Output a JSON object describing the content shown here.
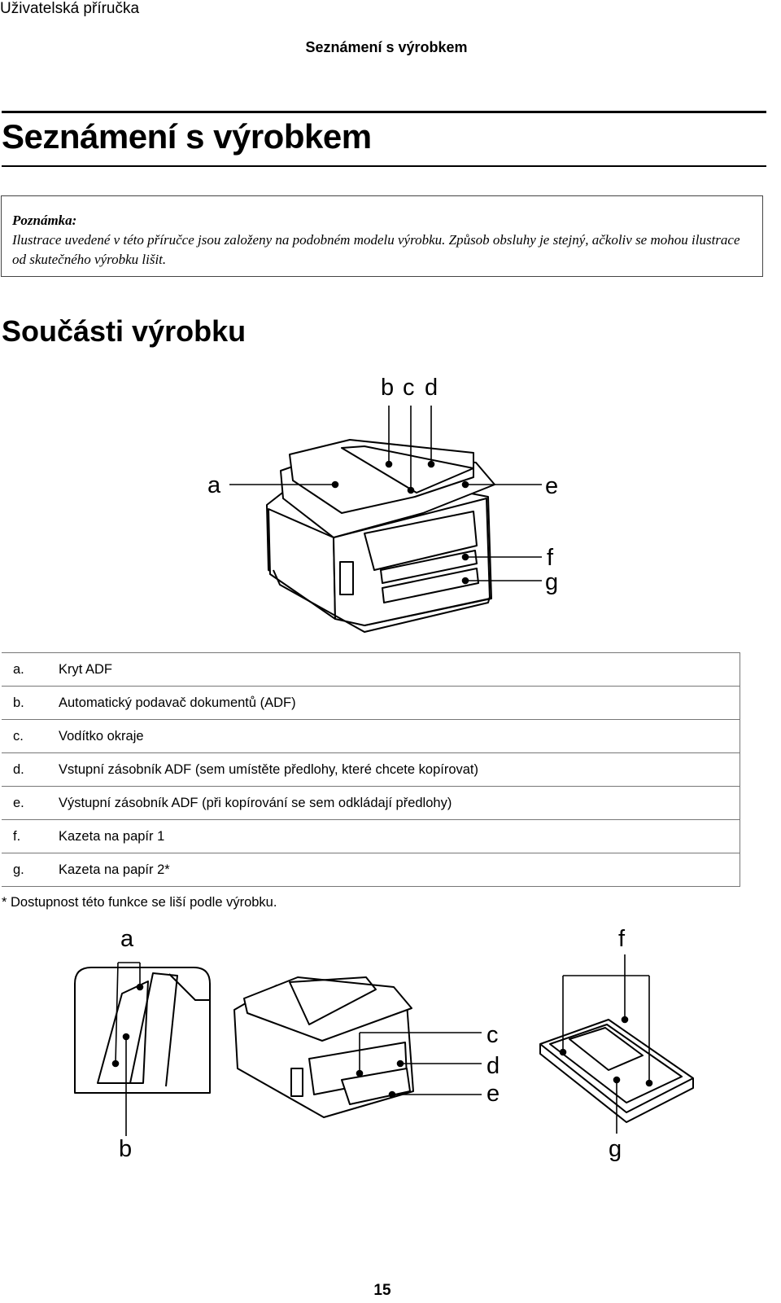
{
  "header": {
    "running_title": "Uživatelská příručka",
    "section": "Seznámení s výrobkem"
  },
  "page_title": "Seznámení s výrobkem",
  "note": {
    "title": "Poznámka:",
    "text": "Ilustrace uvedené v této příručce jsou založeny na podobném modelu výrobku. Způsob obsluhy je stejný, ačkoliv se mohou ilustrace od skutečného výrobku lišit."
  },
  "section_title": "Součásti výrobku",
  "figure1": {
    "labels": {
      "a": "a",
      "b": "b",
      "c": "c",
      "d": "d",
      "e": "e",
      "f": "f",
      "g": "g"
    }
  },
  "parts": [
    {
      "letter": "a.",
      "description": "Kryt ADF"
    },
    {
      "letter": "b.",
      "description": "Automatický podavač dokumentů (ADF)"
    },
    {
      "letter": "c.",
      "description": "Vodítko okraje"
    },
    {
      "letter": "d.",
      "description": "Vstupní zásobník ADF (sem umístěte předlohy, které chcete kopírovat)"
    },
    {
      "letter": "e.",
      "description": "Výstupní zásobník ADF (při kopírování se sem odkládají předlohy)"
    },
    {
      "letter": "f.",
      "description": "Kazeta na papír 1"
    },
    {
      "letter": "g.",
      "description": "Kazeta na papír 2*"
    }
  ],
  "footnote": "* Dostupnost této funkce se liší podle výrobku.",
  "figure2": {
    "labels": {
      "a": "a",
      "b": "b",
      "c": "c",
      "d": "d",
      "e": "e",
      "f": "f",
      "g": "g"
    }
  },
  "page_number": "15"
}
